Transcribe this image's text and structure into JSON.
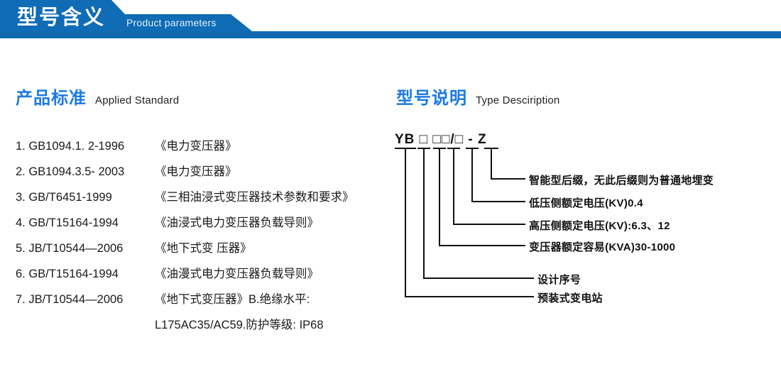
{
  "banner": {
    "title": "型号含义",
    "subtitle": "Product parameters",
    "bar_color": "#1269b0",
    "accent_color": "#0f6cb5"
  },
  "sections": {
    "standard": {
      "cn": "产品标准",
      "en": "Applied Standard"
    },
    "type": {
      "cn": "型号说明",
      "en": "Type Desciription"
    }
  },
  "standards": [
    {
      "code": "1. GB1094.1. 2-1996",
      "name": "《电力变压器》",
      "continuation": false
    },
    {
      "code": "2. GB1094.3.5- 2003",
      "name": "《电力变压器》",
      "continuation": false
    },
    {
      "code": "3. GB/T6451-1999",
      "name": "《三相油浸式变压器技术参数和要求》",
      "continuation": false
    },
    {
      "code": "4. GB/T15164-1994",
      "name": "《油浸式电力变压器负载导则》",
      "continuation": false
    },
    {
      "code": "5. JB/T10544—2006",
      "name": "《地下式变 压器》",
      "continuation": false
    },
    {
      "code": "6. GB/T15164-1994",
      "name": "《油漫式电力变压器负载导则》",
      "continuation": false
    },
    {
      "code": "7. JB/T10544—2006",
      "name": "《地下式变压器》B.绝缘水平:",
      "continuation": false
    },
    {
      "code": "",
      "name": "L175AC35/AC59.防护等级: IP68",
      "continuation": true
    }
  ],
  "type_diagram": {
    "code_parts": [
      {
        "text": "YB",
        "kind": "letters"
      },
      {
        "text": "□",
        "kind": "box"
      },
      {
        "text": "□",
        "kind": "box"
      },
      {
        "text": "□",
        "kind": "box"
      },
      {
        "text": "/",
        "kind": "slash"
      },
      {
        "text": "□",
        "kind": "box"
      },
      {
        "text": "-",
        "kind": "dash"
      },
      {
        "text": "Z",
        "kind": "letters"
      }
    ],
    "code_line": "YB □  □□/□ - Z",
    "labels": [
      {
        "text": "智能型后缀，无此后缀则为普通地埋变",
        "id": "suffix"
      },
      {
        "text": "低压侧额定电压(KV)0.4",
        "id": "lv-rated-voltage"
      },
      {
        "text": "高压侧额定电压(KV):6.3、12",
        "id": "hv-rated-voltage"
      },
      {
        "text": "变压器额定容易(KVA)30-1000",
        "id": "rated-capacity"
      },
      {
        "text": "设计序号",
        "id": "design-serial"
      },
      {
        "text": "预装式变电站",
        "id": "prefab-substation"
      }
    ]
  }
}
